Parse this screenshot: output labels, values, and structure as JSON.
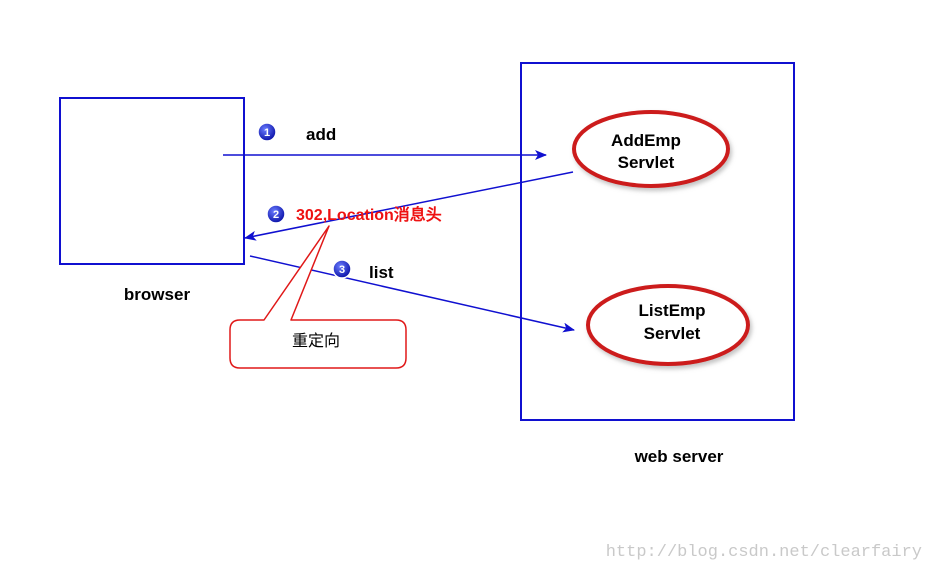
{
  "browser": {
    "label": "browser"
  },
  "server": {
    "label": "web server",
    "servlets": [
      {
        "line1": "AddEmp",
        "line2": "Servlet"
      },
      {
        "line1": "ListEmp",
        "line2": "Servlet"
      }
    ]
  },
  "steps": [
    {
      "number": "1",
      "label": "add"
    },
    {
      "number": "2",
      "label": "302,Location消息头"
    },
    {
      "number": "3",
      "label": "list"
    }
  ],
  "callout": {
    "text": "重定向"
  },
  "watermark": "http://blog.csdn.net/clearfairy",
  "colors": {
    "line": "#1010d0",
    "ellipse_stroke": "#cc1a1a",
    "step2_text": "#ee1111",
    "callout_stroke": "#e01818",
    "badge": "#1414c8"
  }
}
